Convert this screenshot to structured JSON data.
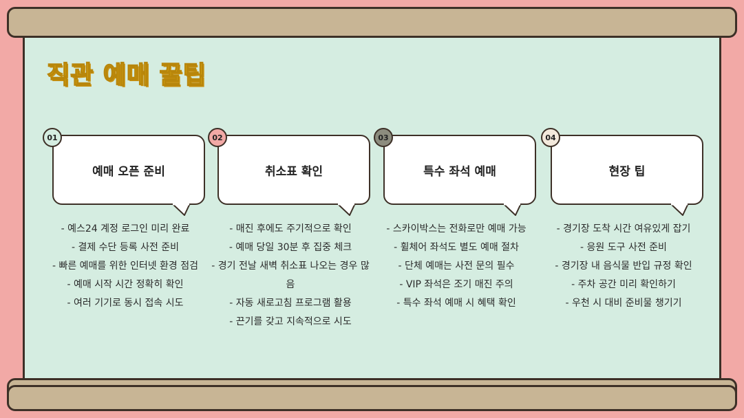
{
  "title": "직관 예매 꿀팁",
  "cards": [
    {
      "number": "01",
      "badge_color": "#d5ede1",
      "heading": "예매 오픈 준비",
      "items": [
        "- 예스24 계정 로그인 미리 완료",
        "- 결제 수단 등록 사전 준비",
        "- 빠른 예매를 위한 인터넷 환경 점검",
        "- 예매 시작 시간 정확히 확인",
        "- 여러 기기로 동시 접속 시도"
      ]
    },
    {
      "number": "02",
      "badge_color": "#f2a9a6",
      "heading": "취소표 확인",
      "items": [
        "- 매진 후에도 주기적으로 확인",
        "- 예매 당일 30분 후 집중 체크",
        "- 경기 전날 새벽 취소표 나오는 경우 많음",
        "- 자동 새로고침 프로그램 활용",
        "- 끈기를 갖고 지속적으로 시도"
      ]
    },
    {
      "number": "03",
      "badge_color": "#8c8c7e",
      "heading": "특수 좌석 예매",
      "items": [
        "- 스카이박스는 전화로만 예매 가능",
        "- 휠체어 좌석도 별도 예매 절차",
        "- 단체 예매는 사전 문의 필수",
        "- VIP 좌석은 조기 매진 주의",
        "- 특수 좌석 예매 시 혜택 확인"
      ]
    },
    {
      "number": "04",
      "badge_color": "#f3e9dc",
      "heading": "현장 팁",
      "items": [
        "- 경기장 도착 시간 여유있게 잡기",
        "- 응원 도구 사전 준비",
        "- 경기장 내 음식물 반입 규정 확인",
        "- 주차 공간 미리 확인하기",
        "- 우천 시 대비 준비물 챙기기"
      ]
    }
  ]
}
